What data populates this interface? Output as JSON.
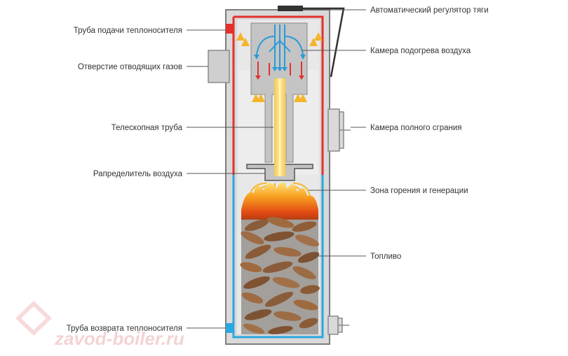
{
  "labels": {
    "regulator": "Автоматический регулятор тяги",
    "supply_pipe": "Труба подачи теплоносителя",
    "air_heating_chamber": "Камера подогрева воздуха",
    "flue_outlet": "Отверстие отводящих газов",
    "telescopic_pipe": "Телескопная труба",
    "full_combustion_chamber": "Камера полного сграния",
    "air_distributor": "Рапределитель воздуха",
    "combustion_zone": "Зона горения  и генерации",
    "fuel": "Топливо",
    "return_pipe": "Труба возврата теплоносителя"
  },
  "watermark": "zavod-boiler.ru",
  "colors": {
    "hot_water": "#e4312b",
    "cold_water": "#29a7e1",
    "casing": "#7d7d7d",
    "inner_chamber": "#c4c4c4",
    "fuel_bg": "#9e9a97",
    "flame": "#f39c12",
    "air_arrow": "#2a9bd7",
    "hot_gas_arrow": "#f5a623"
  }
}
